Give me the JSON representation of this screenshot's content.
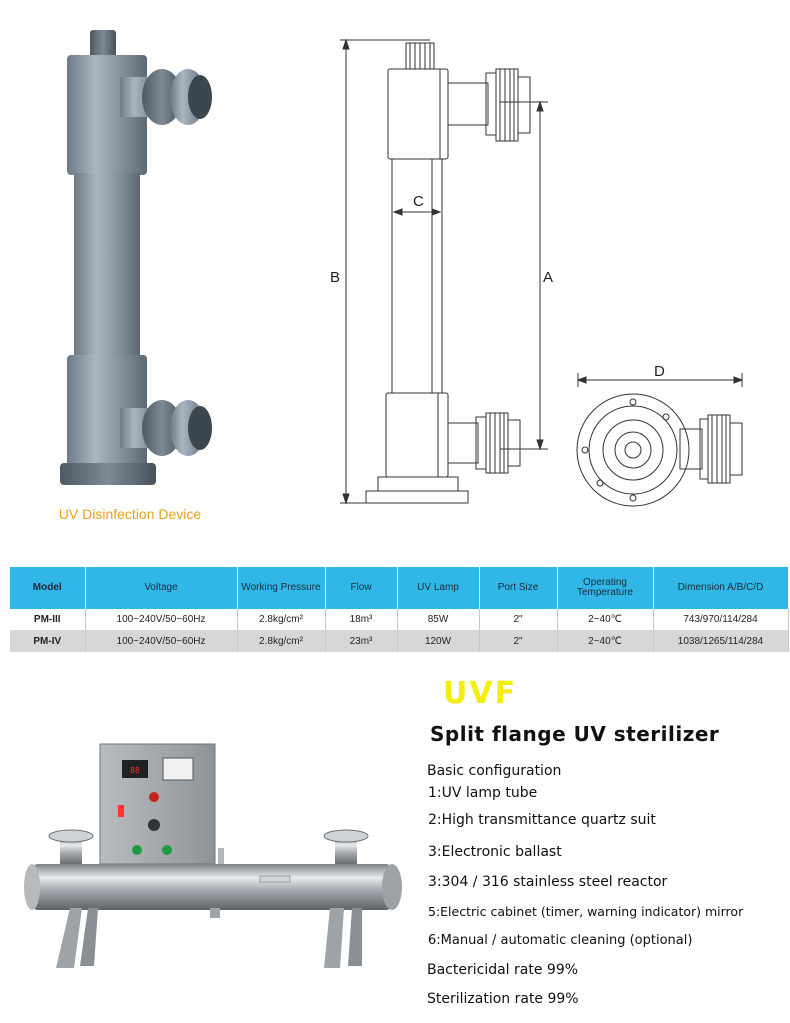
{
  "photo_caption": "UV Disinfection Device",
  "drawing": {
    "label_a": "A",
    "label_b": "B",
    "label_c": "C",
    "label_d": "D"
  },
  "table": {
    "headers": [
      "Model",
      "Voltage",
      "Working Pressure",
      "Flow",
      "UV Lamp",
      "Port Size",
      "Operating Temperature",
      "Dimension A/B/C/D"
    ],
    "rows": [
      [
        "PM-III",
        "100~240V/50~60Hz",
        "2.8kg/cm²",
        "18m³",
        "85W",
        "2\"",
        "2~40℃",
        "743/970/114/284"
      ],
      [
        "PM-IV",
        "100~240V/50~60Hz",
        "2.8kg/cm²",
        "23m³",
        "120W",
        "2\"",
        "2~40℃",
        "1038/1265/114/284"
      ]
    ]
  },
  "uvf": {
    "logo": "UVF",
    "title": "Split flange UV sterilizer",
    "lines": [
      "Basic configuration",
      "1:UV lamp tube",
      "2:High transmittance quartz suit",
      "3:Electronic ballast",
      "3:304 / 316 stainless steel reactor",
      "5:Electric cabinet (timer, warning indicator) mirror",
      "6:Manual / automatic cleaning (optional)",
      "Bactericidal rate 99%",
      "Sterilization rate 99%"
    ]
  },
  "colors": {
    "table_header_bg": "#30b7e8",
    "row_alt_bg": "#d7d7d7",
    "caption": "#e3a21a",
    "uvf_logo": "#f3ee0e"
  }
}
